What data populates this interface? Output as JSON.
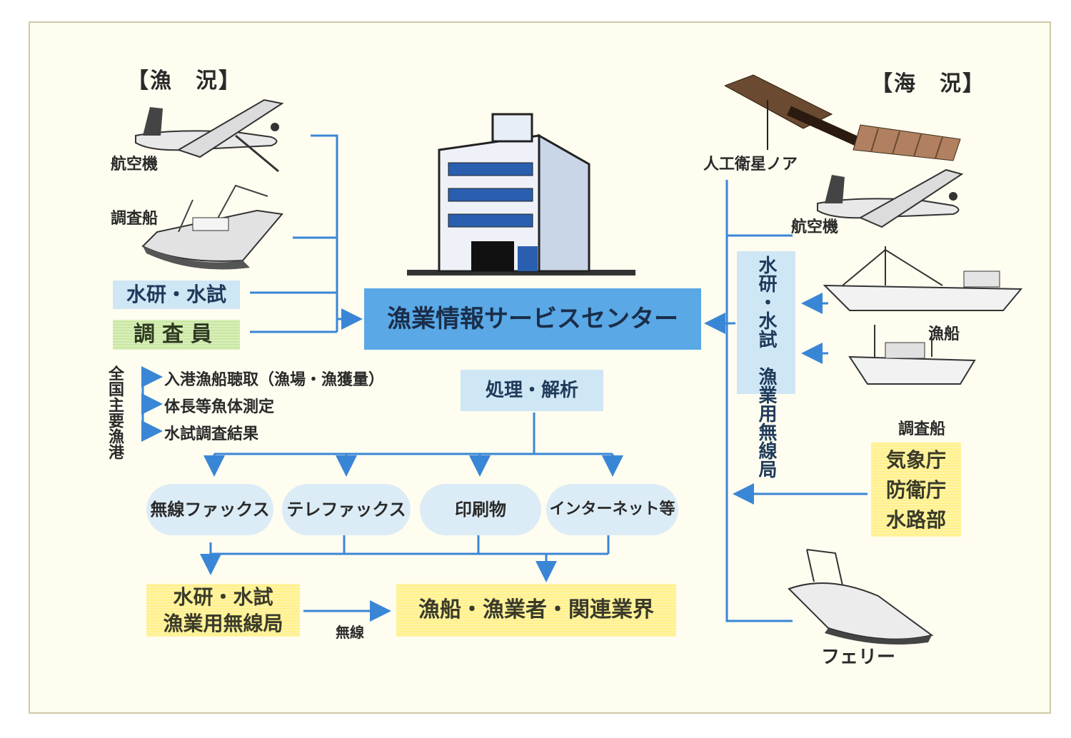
{
  "left_header": "【漁　況】",
  "right_header": "【海　況】",
  "left_sources": {
    "aircraft": "航空機",
    "survey_ship": "調査船",
    "labs": "水研・水試",
    "investigators": "調査員"
  },
  "ports_label": "全国主要漁港",
  "port_items": [
    "入港漁船聴取（漁場・漁獲量）",
    "体長等魚体測定",
    "水試調査結果"
  ],
  "center": {
    "title": "漁業情報サービスセンター",
    "processing": "処理・解析"
  },
  "right_sources": {
    "satellite": "人工衛星ノア",
    "aircraft": "航空機",
    "radio_station": "水研・水試　漁業用無線局",
    "fishing_boat": "漁船",
    "survey_ship": "調査船",
    "agencies": [
      "気象庁",
      "防衛庁",
      "水路部"
    ],
    "ferry": "フェリー"
  },
  "outputs": [
    "無線ファックス",
    "テレファックス",
    "印刷物",
    "インターネット等"
  ],
  "bottom": {
    "left_box": [
      "水研・水試",
      "漁業用無線局"
    ],
    "radio_label": "無線",
    "right_box": "漁船・漁業者・関連業界"
  },
  "colors": {
    "line": "#3a86d6",
    "center_box": "#5aa8e6",
    "label_box": "#cfe6f5",
    "yellow_box": "#fff08a",
    "green_box": "#c9e7a0"
  }
}
